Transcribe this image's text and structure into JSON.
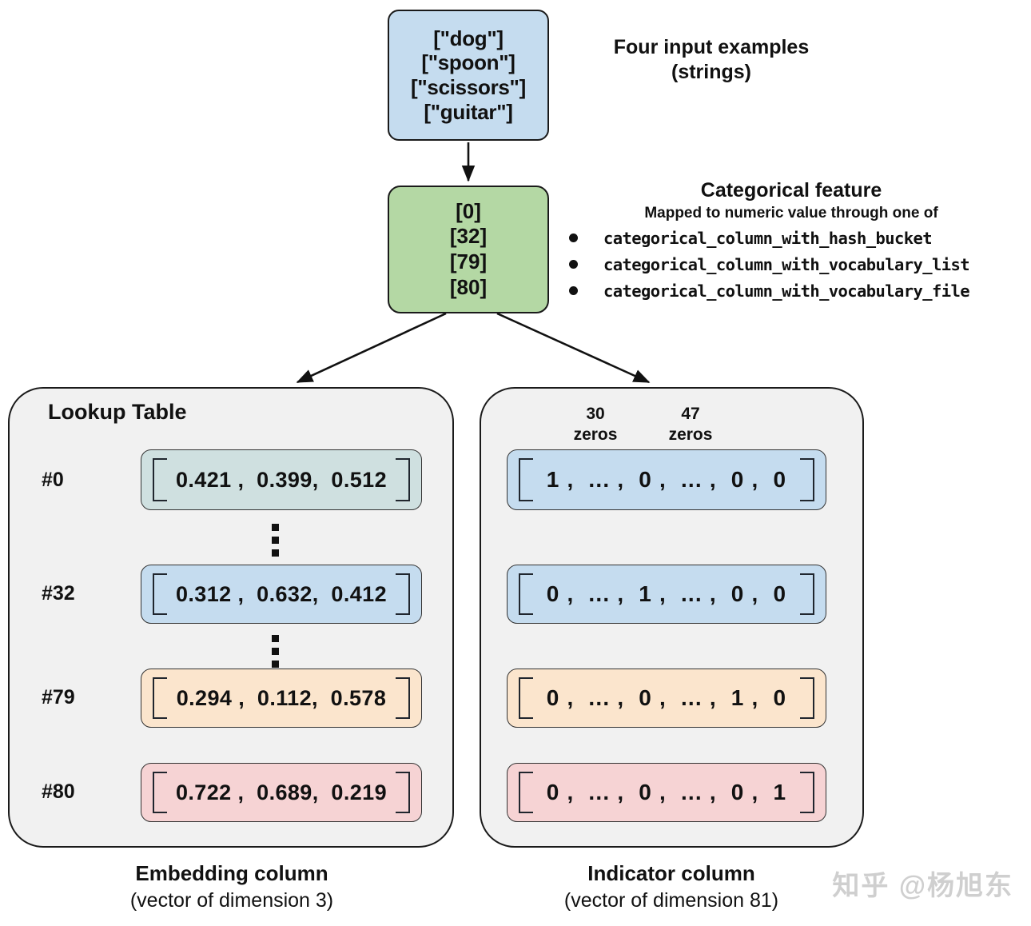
{
  "input": {
    "lines": [
      "[\"dog\"]",
      "[\"spoon\"]",
      "[\"scissors\"]",
      "[\"guitar\"]"
    ],
    "note_line1": "Four input examples",
    "note_line2": "(strings)",
    "fill": "#c5dcef"
  },
  "categorical": {
    "lines": [
      "[0]",
      "[32]",
      "[79]",
      "[80]"
    ],
    "title": "Categorical feature",
    "subtitle": "Mapped to numeric value through one of",
    "methods": [
      "categorical_column_with_hash_bucket",
      "categorical_column_with_vocabulary_list",
      "categorical_column_with_vocabulary_file"
    ],
    "fill": "#b4d8a4"
  },
  "lookup_table": {
    "title": "Lookup Table",
    "caption_line1": "Embedding column",
    "caption_line2": "(vector of dimension 3)",
    "rows": [
      {
        "index_label": "#0",
        "values": "0.421 ,  0.399,  0.512",
        "fill": "#cfe0e0"
      },
      {
        "index_label": "#32",
        "values": "0.312 ,  0.632,  0.412",
        "fill": "#c5dcef"
      },
      {
        "index_label": "#79",
        "values": "0.294 ,  0.112,  0.578",
        "fill": "#fbe5cd"
      },
      {
        "index_label": "#80",
        "values": "0.722 ,  0.689,  0.219",
        "fill": "#f6d3d4"
      }
    ]
  },
  "indicator": {
    "caption_line1": "Indicator column",
    "caption_line2": "(vector of dimension 81)",
    "zeros_left": {
      "count": "30",
      "word": "zeros"
    },
    "zeros_right": {
      "count": "47",
      "word": "zeros"
    },
    "rows": [
      {
        "values": "1 ,  ... ,  0 ,  ... ,  0 ,  0",
        "fill": "#c5dcef"
      },
      {
        "values": "0 ,  ... ,  1 ,  ... ,  0 ,  0",
        "fill": "#c5dcef"
      },
      {
        "values": "0 ,  ... ,  0 ,  ... ,  1 ,  0",
        "fill": "#fbe5cd"
      },
      {
        "values": "0 ,  ... ,  0 ,  ... ,  0 ,  1",
        "fill": "#f6d3d4"
      }
    ]
  },
  "watermark": "知乎 @杨旭东"
}
